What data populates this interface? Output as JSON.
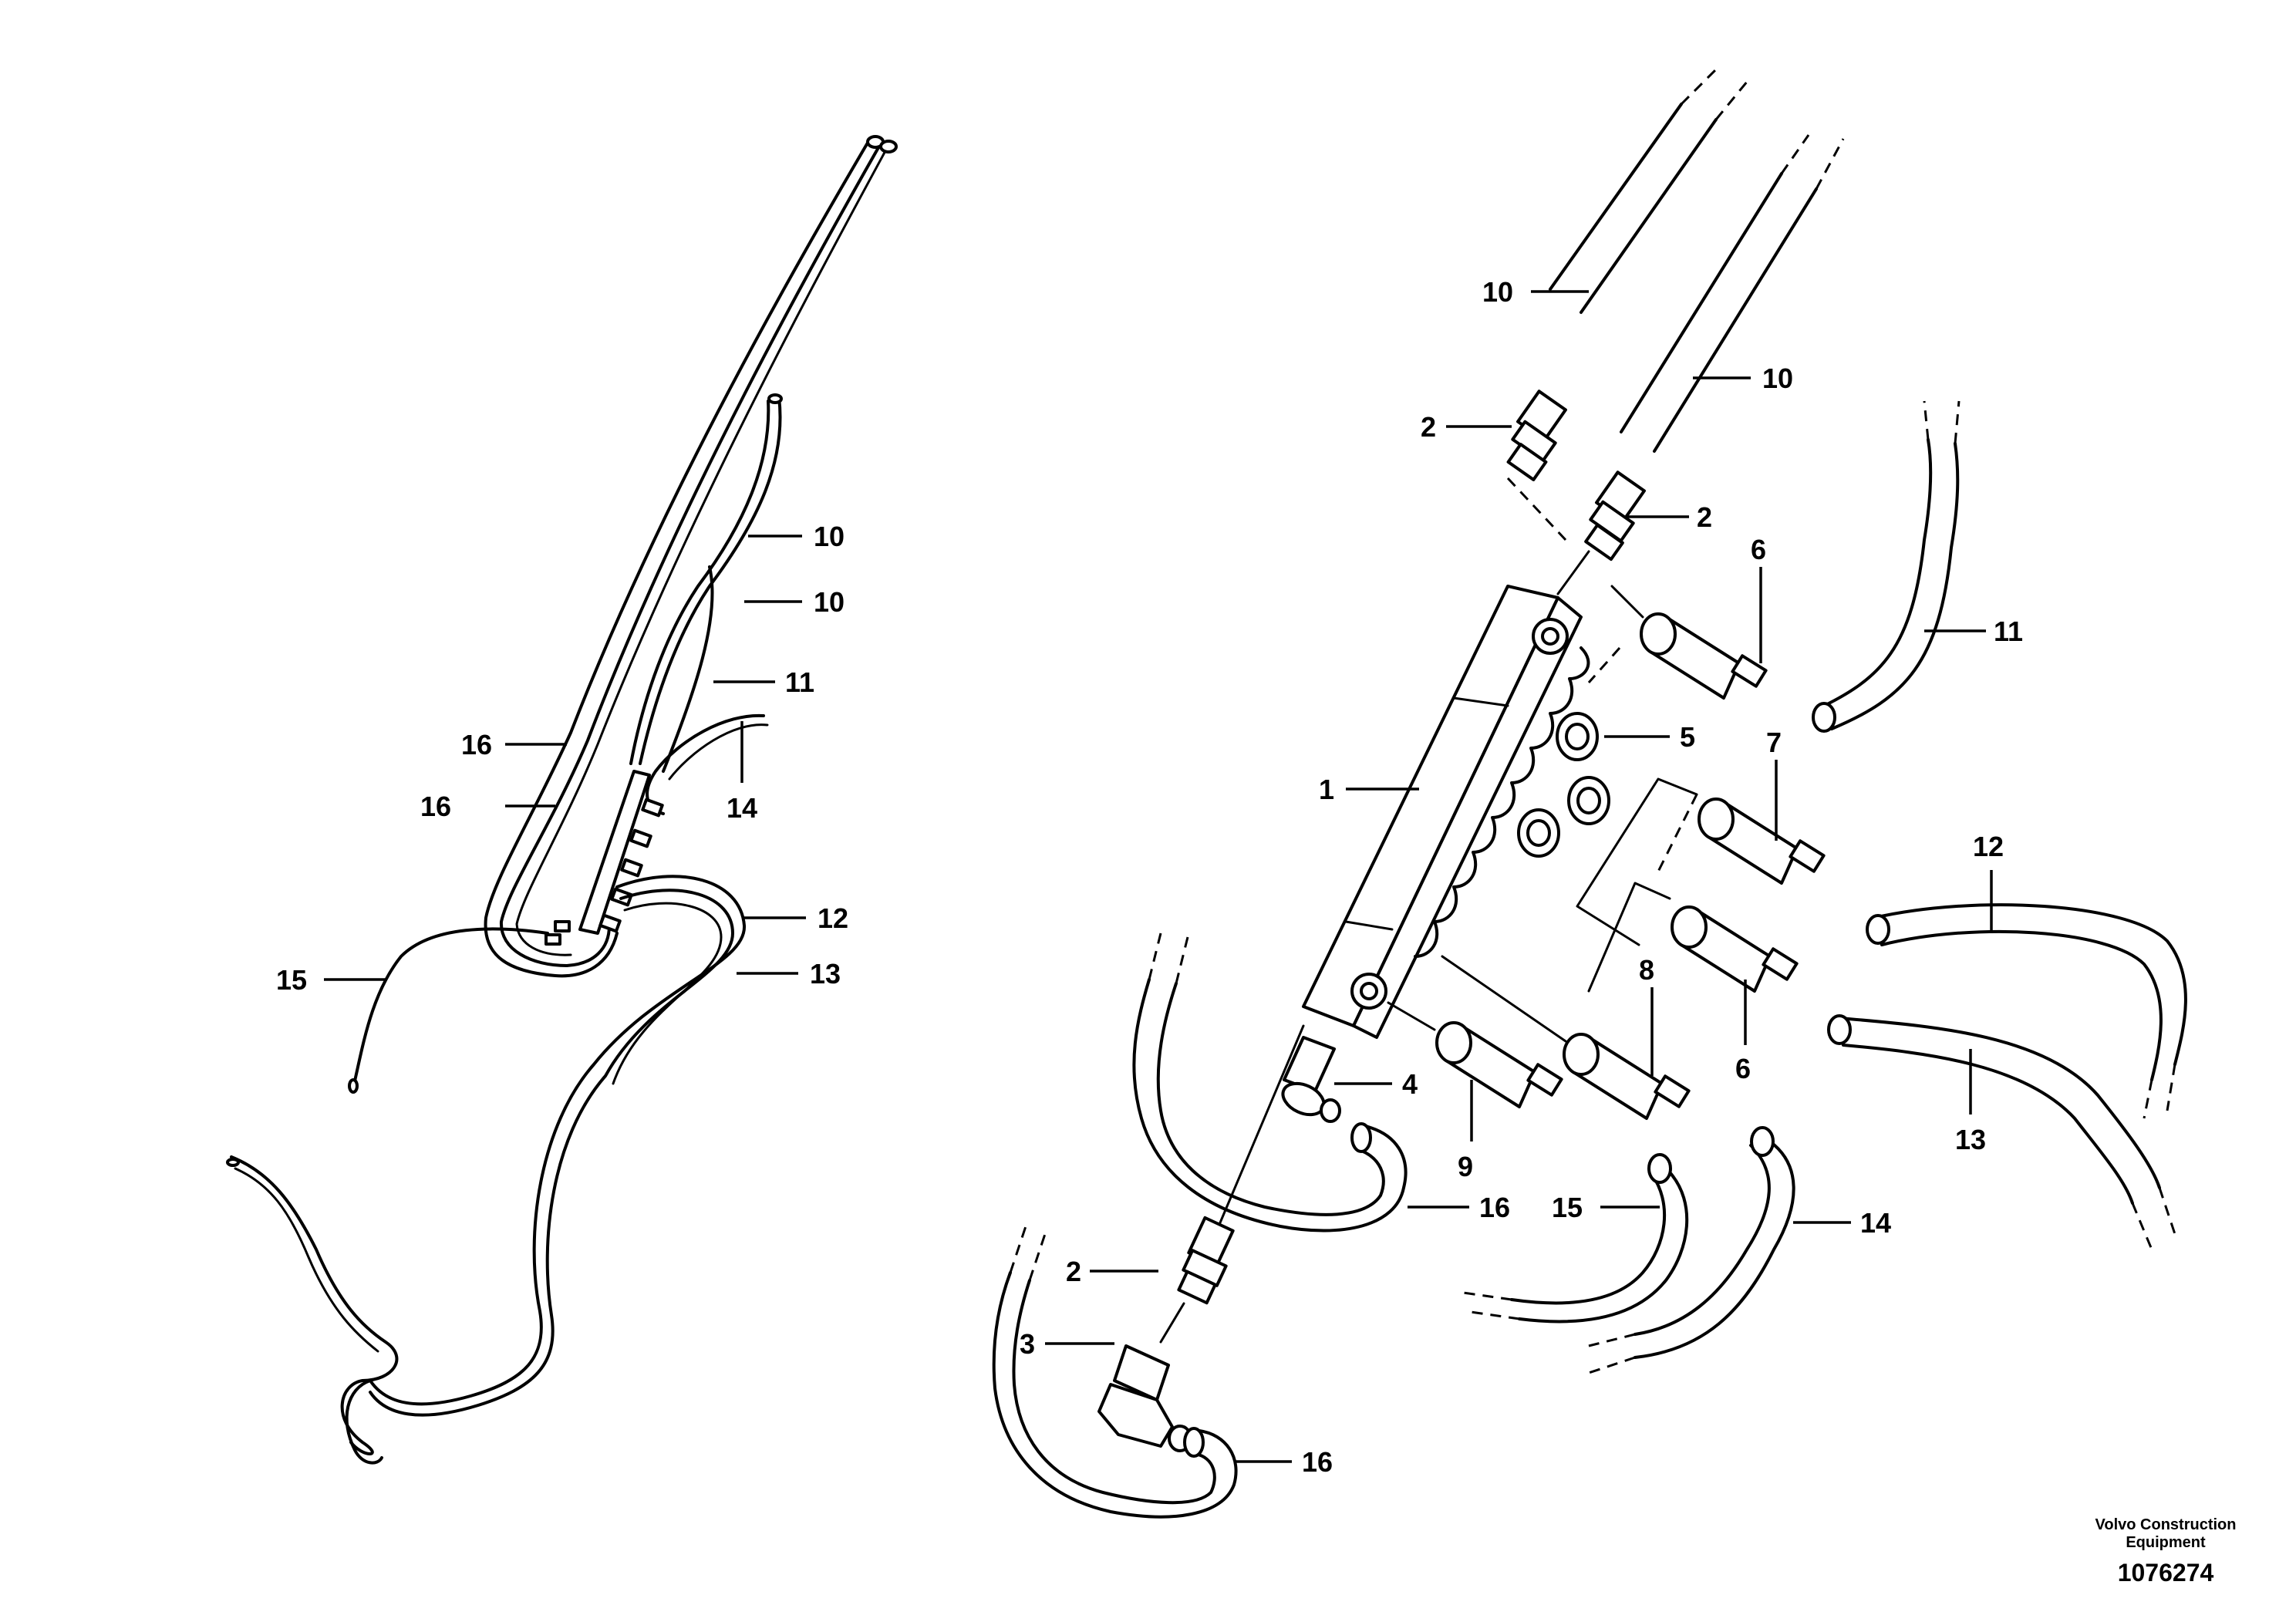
{
  "callouts": {
    "overview": {
      "c10a": "10",
      "c10b": "10",
      "c11": "11",
      "c14": "14",
      "c16a": "16",
      "c16b": "16",
      "c12": "12",
      "c15": "15",
      "c13": "13"
    },
    "detail": {
      "c10a": "10",
      "c10b": "10",
      "c2a": "2",
      "c2b": "2",
      "c6a": "6",
      "c11": "11",
      "c5": "5",
      "c1": "1",
      "c7": "7",
      "c12": "12",
      "c6b": "6",
      "c8": "8",
      "c4": "4",
      "c13": "13",
      "c9": "9",
      "c16a": "16",
      "c15": "15",
      "c14": "14",
      "c2c": "2",
      "c3": "3",
      "c16b": "16"
    }
  },
  "footer": {
    "brand_line1": "Volvo Construction",
    "brand_line2": "Equipment",
    "doc_number": "1076274"
  }
}
